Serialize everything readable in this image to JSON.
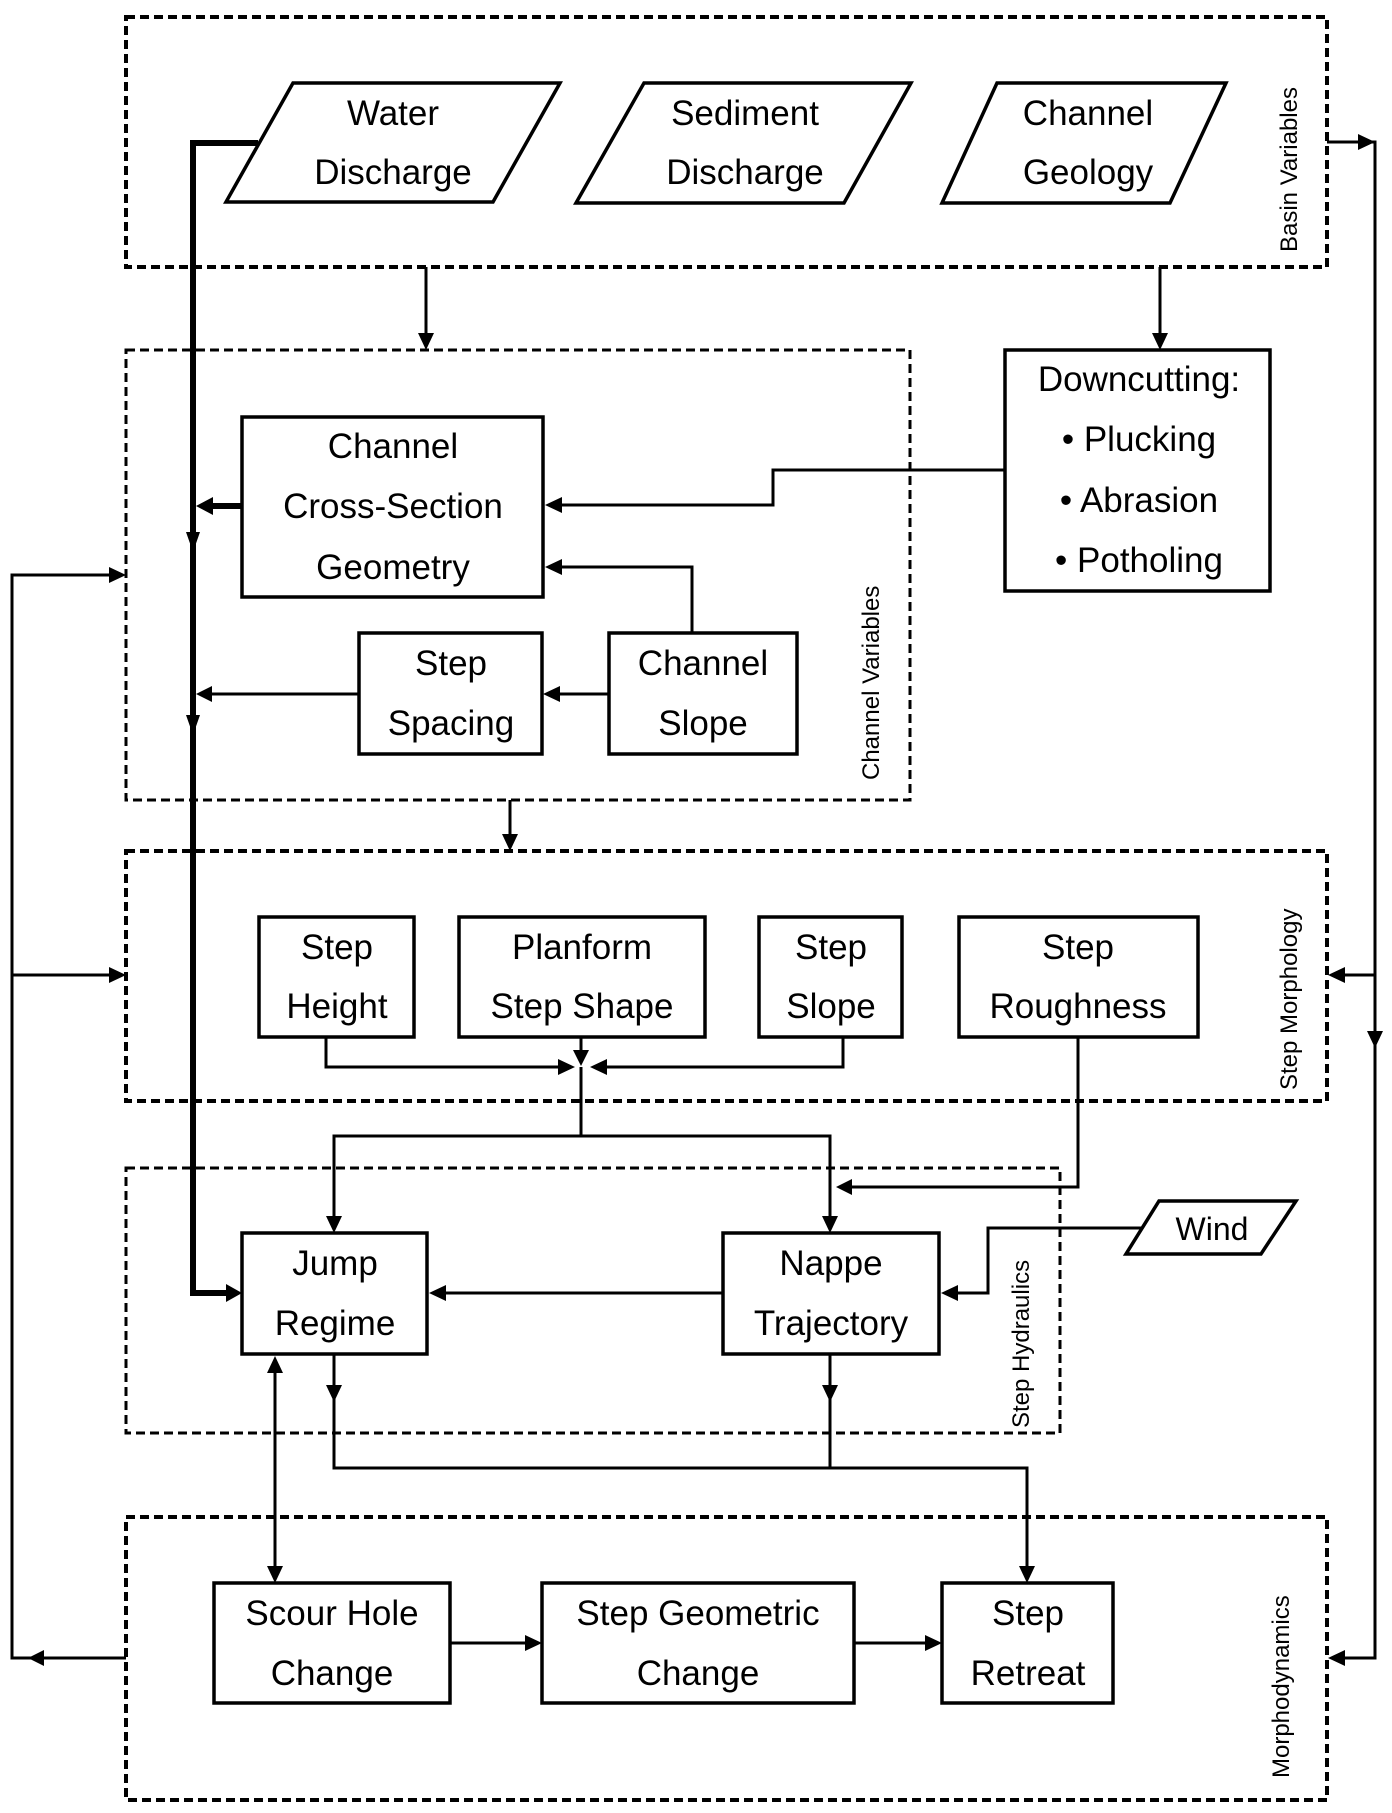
{
  "diagram": {
    "groups": {
      "basin": {
        "label": "Basin Variables"
      },
      "channel": {
        "label": "Channel Variables"
      },
      "morphology": {
        "label": "Step Morphology"
      },
      "hydraulics": {
        "label": "Step Hydraulics"
      },
      "morphodynamics": {
        "label": "Morphodynamics"
      }
    },
    "nodes": {
      "water_discharge": {
        "lines": [
          "Water",
          "Discharge"
        ],
        "shape": "parallelogram"
      },
      "sediment_discharge": {
        "lines": [
          "Sediment",
          "Discharge"
        ],
        "shape": "parallelogram"
      },
      "channel_geology": {
        "lines": [
          "Channel",
          "Geology"
        ],
        "shape": "parallelogram"
      },
      "downcutting": {
        "lines": [
          "Downcutting:",
          "• Plucking",
          "• Abrasion",
          "• Potholing"
        ],
        "shape": "rectangle"
      },
      "cross_section": {
        "lines": [
          "Channel",
          "Cross-Section",
          "Geometry"
        ],
        "shape": "rectangle"
      },
      "step_spacing": {
        "lines": [
          "Step",
          "Spacing"
        ],
        "shape": "rectangle"
      },
      "channel_slope": {
        "lines": [
          "Channel",
          "Slope"
        ],
        "shape": "rectangle"
      },
      "step_height": {
        "lines": [
          "Step",
          "Height"
        ],
        "shape": "rectangle"
      },
      "planform_step_shape": {
        "lines": [
          "Planform",
          "Step Shape"
        ],
        "shape": "rectangle"
      },
      "step_slope": {
        "lines": [
          "Step",
          "Slope"
        ],
        "shape": "rectangle"
      },
      "step_roughness": {
        "lines": [
          "Step",
          "Roughness"
        ],
        "shape": "rectangle"
      },
      "jump_regime": {
        "lines": [
          "Jump",
          "Regime"
        ],
        "shape": "rectangle"
      },
      "nappe_trajectory": {
        "lines": [
          "Nappe",
          "Trajectory"
        ],
        "shape": "rectangle"
      },
      "wind": {
        "lines": [
          "Wind"
        ],
        "shape": "parallelogram"
      },
      "scour_hole_change": {
        "lines": [
          "Scour Hole",
          "Change"
        ],
        "shape": "rectangle"
      },
      "step_geometric_change": {
        "lines": [
          "Step Geometric",
          "Change"
        ],
        "shape": "rectangle"
      },
      "step_retreat": {
        "lines": [
          "Step",
          "Retreat"
        ],
        "shape": "rectangle"
      }
    },
    "edges": [
      {
        "from": "water_discharge",
        "to": "jump_regime",
        "style": "heavy"
      },
      {
        "from": "cross_section",
        "to": "jump_regime"
      },
      {
        "from": "step_spacing",
        "to": "jump_regime"
      },
      {
        "from": "basin_variables",
        "to": "channel_variables"
      },
      {
        "from": "basin_variables",
        "to": "downcutting"
      },
      {
        "from": "basin_variables",
        "to": "step_morphology"
      },
      {
        "from": "basin_variables",
        "to": "morphodynamics"
      },
      {
        "from": "downcutting",
        "to": "cross_section"
      },
      {
        "from": "channel_slope",
        "to": "cross_section"
      },
      {
        "from": "channel_slope",
        "to": "step_spacing"
      },
      {
        "from": "channel_variables",
        "to": "step_morphology"
      },
      {
        "from": "step_height",
        "to": "planform_step_shape"
      },
      {
        "from": "step_slope",
        "to": "planform_step_shape"
      },
      {
        "from": "planform_step_shape",
        "to": "jump_regime"
      },
      {
        "from": "planform_step_shape",
        "to": "nappe_trajectory"
      },
      {
        "from": "step_roughness",
        "to": "nappe_trajectory"
      },
      {
        "from": "wind",
        "to": "nappe_trajectory"
      },
      {
        "from": "nappe_trajectory",
        "to": "jump_regime"
      },
      {
        "from": "jump_regime",
        "to": "step_retreat"
      },
      {
        "from": "nappe_trajectory",
        "to": "step_retreat"
      },
      {
        "from": "jump_regime",
        "to": "scour_hole_change",
        "bidirectional": true
      },
      {
        "from": "scour_hole_change",
        "to": "step_geometric_change"
      },
      {
        "from": "step_geometric_change",
        "to": "step_retreat"
      },
      {
        "from": "morphodynamics",
        "to": "channel_variables"
      },
      {
        "from": "morphodynamics",
        "to": "step_morphology"
      }
    ]
  }
}
